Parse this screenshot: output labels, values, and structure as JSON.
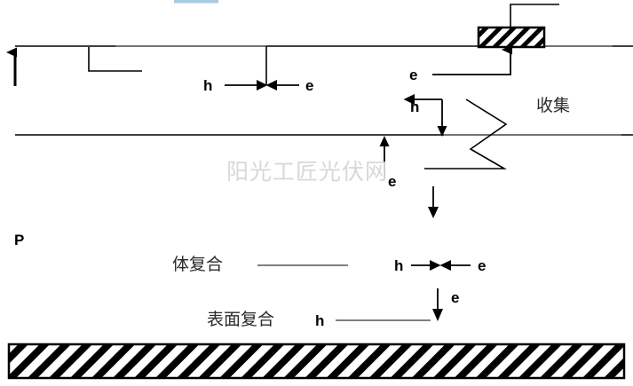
{
  "figure": {
    "title_bar_color": "#a8cbe3",
    "line_color_dark": "#000000",
    "line_color_gray": "#7f7f7f",
    "watermark_text": "阳光工匠光伏网",
    "watermark_color": "#d8d8d8"
  },
  "labels": {
    "carrier_h_top": "h",
    "carrier_e_top": "e",
    "carrier_e_contact": "e",
    "carrier_h_mid": "h",
    "carrier_e_mid": "e",
    "region_p": "P",
    "carrier_h_bulk": "h",
    "carrier_e_bulk": "e",
    "carrier_e_surface": "e",
    "carrier_h_surface": "h"
  },
  "annotations": {
    "collection": "收集",
    "bulk_recombination": "体复合",
    "surface_recombination": "表面复合"
  }
}
